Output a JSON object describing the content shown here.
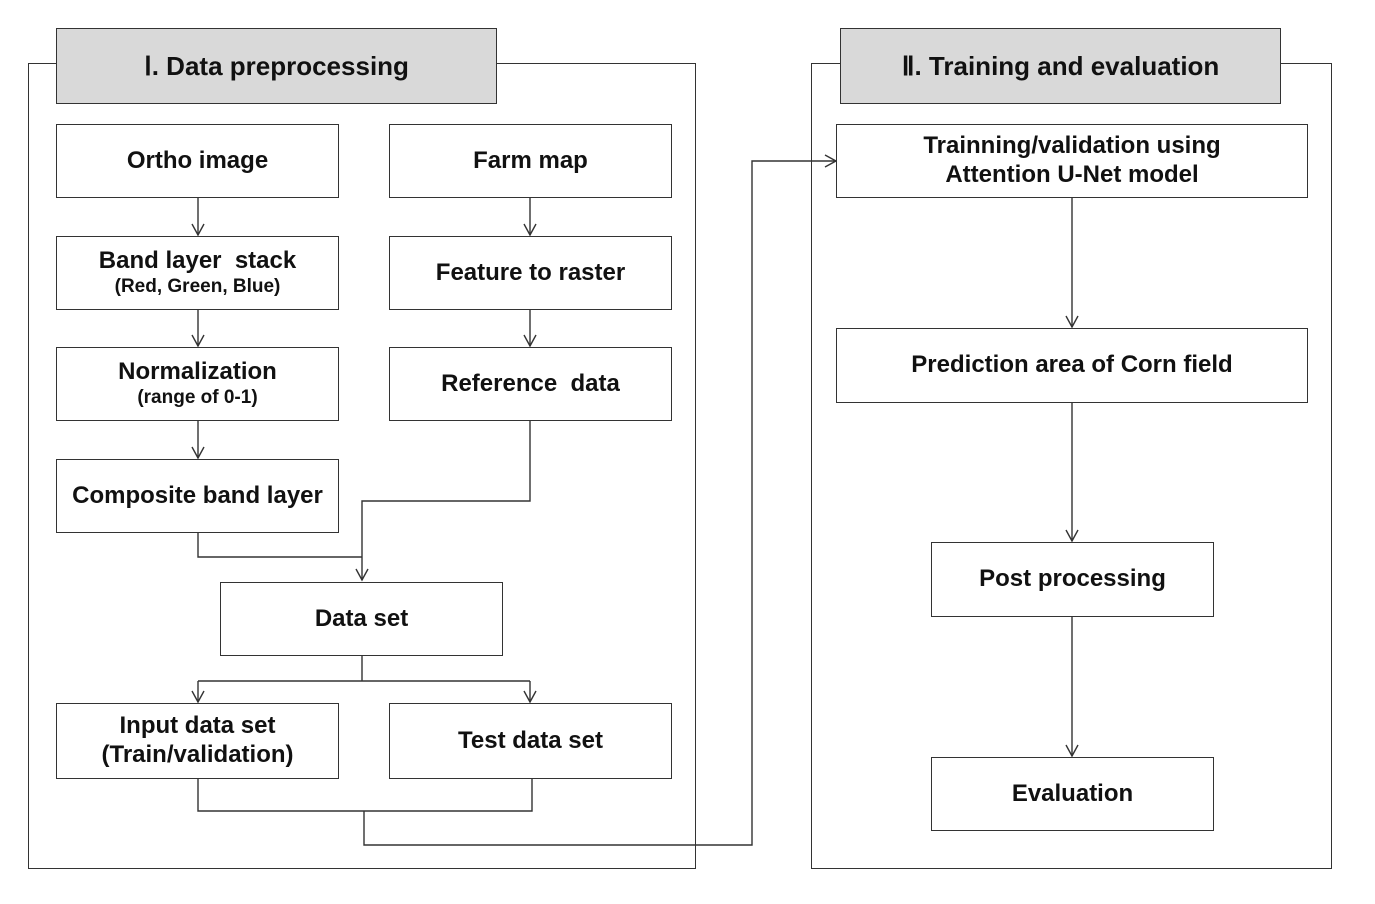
{
  "panels": {
    "preprocessing": {
      "title": "Ⅰ. Data preprocessing"
    },
    "training": {
      "title": "Ⅱ. Training and evaluation"
    }
  },
  "nodes": {
    "ortho_image": {
      "label": "Ortho image"
    },
    "farm_map": {
      "label": "Farm map"
    },
    "band_layer_stack": {
      "label": "Band layer  stack",
      "sub": "(Red, Green, Blue)"
    },
    "feature_to_raster": {
      "label": "Feature to raster"
    },
    "normalization": {
      "label": "Normalization",
      "sub": "(range of 0-1)"
    },
    "reference_data": {
      "label": "Reference  data"
    },
    "composite_band_layer": {
      "label": "Composite band layer"
    },
    "data_set": {
      "label": "Data set"
    },
    "input_data_set": {
      "label": "Input data set",
      "line2": "(Train/validation)"
    },
    "test_data_set": {
      "label": "Test data set"
    },
    "training_model": {
      "label": "Trainning/validation using",
      "line2": "Attention U-Net model"
    },
    "prediction_area": {
      "label": "Prediction area of Corn field"
    },
    "post_processing": {
      "label": "Post processing"
    },
    "evaluation": {
      "label": "Evaluation"
    }
  },
  "colors": {
    "title_fill": "#d9d9d9",
    "line": "#333333"
  }
}
